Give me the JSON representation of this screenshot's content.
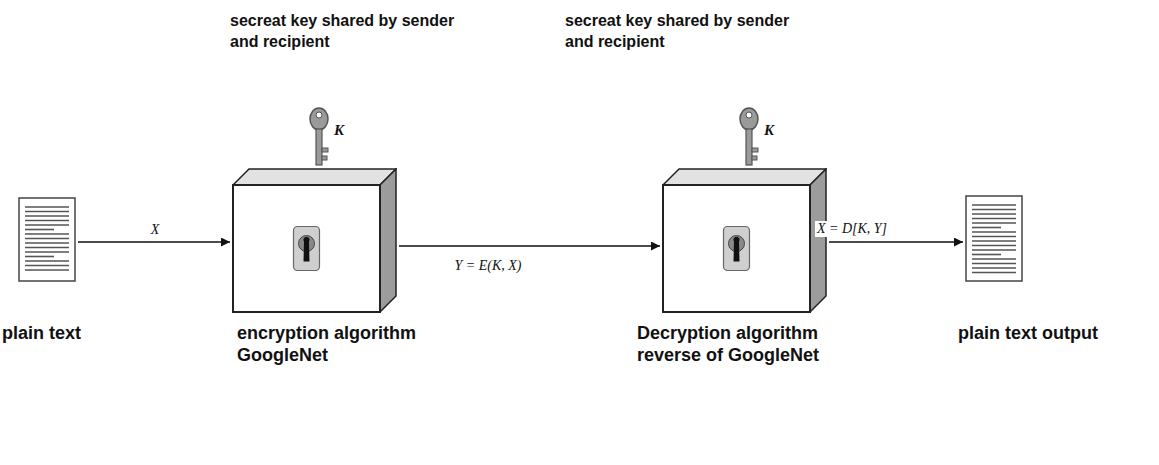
{
  "diagram": {
    "nodes": [
      {
        "text": [
          "plain text"
        ]
      },
      {
        "text": [
          "encryption algorithm GoogleNet"
        ]
      },
      {
        "text": [
          "Decryption algorithm reverse of GoogleNet"
        ]
      },
      {
        "text": [
          "plain text output"
        ]
      }
    ],
    "edges": [
      {
        "from": 0,
        "to": 1,
        "arrow": "to",
        "label": "X"
      },
      {
        "from": 1,
        "to": 2,
        "arrow": "to",
        "label": "Y = E(K, X)"
      },
      {
        "from": 2,
        "to": 3,
        "arrow": "to",
        "label": "X = D[K, Y]"
      }
    ],
    "labels": [
      "secreat key shared by sender and recipient",
      "secreat key shared by sender and recipient",
      "K",
      "K"
    ]
  }
}
